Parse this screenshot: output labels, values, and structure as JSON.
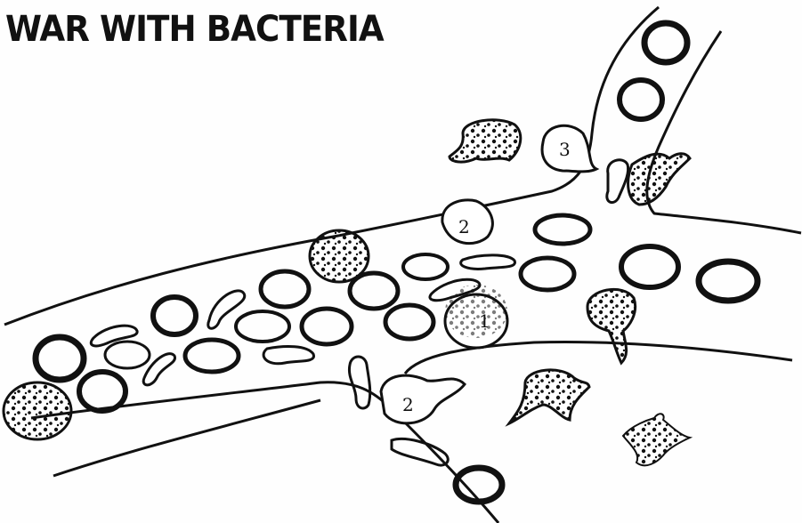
{
  "title": "WAR WITH BACTERIA",
  "cell_labels": [
    "1",
    "2",
    "2",
    "3"
  ],
  "colors": {
    "ink": "#111111",
    "paper": "#fefefe"
  }
}
